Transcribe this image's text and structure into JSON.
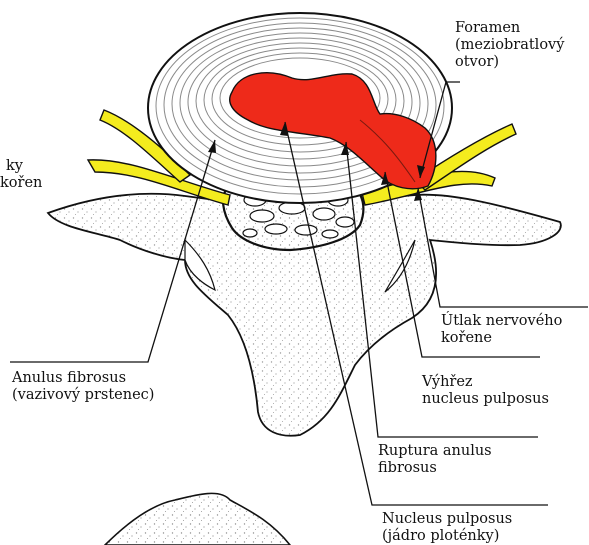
{
  "labels": {
    "foramen": {
      "line1": "Foramen",
      "line2": "(meziobratlový",
      "line3": "otvor)"
    },
    "nerve_root": {
      "line1": "ky",
      "line2": "kořen"
    },
    "anulus": {
      "line1": "Anulus fibrosus",
      "line2": "(vazivový prstenec)"
    },
    "compression": {
      "line1": "Útlak nervového",
      "line2": "kořene"
    },
    "extrusion": {
      "line1": "Výhřez",
      "line2": "nucleus pulposus"
    },
    "rupture": {
      "line1": "Ruptura anulus",
      "line2": "fibrosus"
    },
    "nucleus": {
      "line1": "Nucleus pulposus",
      "line2": "(jádro ploténky)"
    }
  },
  "colors": {
    "herniation": "#ee2a1a",
    "nerve": "#f4ec1e",
    "bone_fill": "#ffffff",
    "ink": "#111111",
    "disc_rings": "#8a8a8a"
  }
}
